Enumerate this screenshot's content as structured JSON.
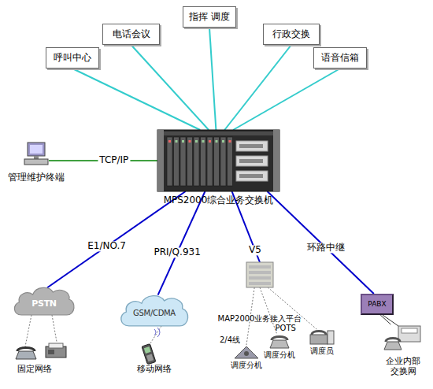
{
  "diagram": {
    "nodes": [
      {
        "text": [
          "呼叫中心"
        ]
      },
      {
        "text": [
          "电话会议"
        ]
      },
      {
        "text": [
          "指挥 调度"
        ]
      },
      {
        "text": [
          "行政交换"
        ]
      },
      {
        "text": [
          "语音信箱"
        ]
      },
      {
        "text": [
          "管理维护终端"
        ]
      },
      {
        "text": [
          "MPS2000综合业务交换机"
        ]
      },
      {
        "text": [
          "PSTN"
        ]
      },
      {
        "text": [
          "GSM/CDMA"
        ]
      },
      {
        "text": [
          "MAP2000业务接入平台"
        ]
      },
      {
        "text": [
          "调度分机"
        ]
      },
      {
        "text": [
          "调度分机"
        ]
      },
      {
        "text": [
          "调度员"
        ]
      },
      {
        "text": [
          "PABX"
        ]
      },
      {
        "text": [
          "企业内部 交换网"
        ]
      }
    ],
    "edges": [
      {
        "from": 0,
        "to": 6,
        "arrow": "none"
      },
      {
        "from": 1,
        "to": 6,
        "arrow": "none"
      },
      {
        "from": 2,
        "to": 6,
        "arrow": "none"
      },
      {
        "from": 3,
        "to": 6,
        "arrow": "none"
      },
      {
        "from": 4,
        "to": 6,
        "arrow": "none"
      },
      {
        "from": 5,
        "to": 6,
        "label": "TCP/IP",
        "arrow": "none"
      },
      {
        "from": 6,
        "to": 7,
        "label": "E1/NO.7",
        "arrow": "none"
      },
      {
        "from": 6,
        "to": 8,
        "label": "PRI/Q.931",
        "arrow": "none"
      },
      {
        "from": 6,
        "to": 9,
        "label": "V5",
        "arrow": "none"
      },
      {
        "from": 6,
        "to": 13,
        "label": "环路中继",
        "arrow": "none"
      },
      {
        "from": 9,
        "to": 10,
        "label": "2/4线",
        "arrow": "none"
      },
      {
        "from": 9,
        "to": 11,
        "label": "POTS",
        "arrow": "none"
      },
      {
        "from": 9,
        "to": 12,
        "arrow": "none"
      },
      {
        "from": 13,
        "to": 14,
        "arrow": "none"
      }
    ],
    "labels": [
      "固定网络",
      "移动网络"
    ]
  }
}
